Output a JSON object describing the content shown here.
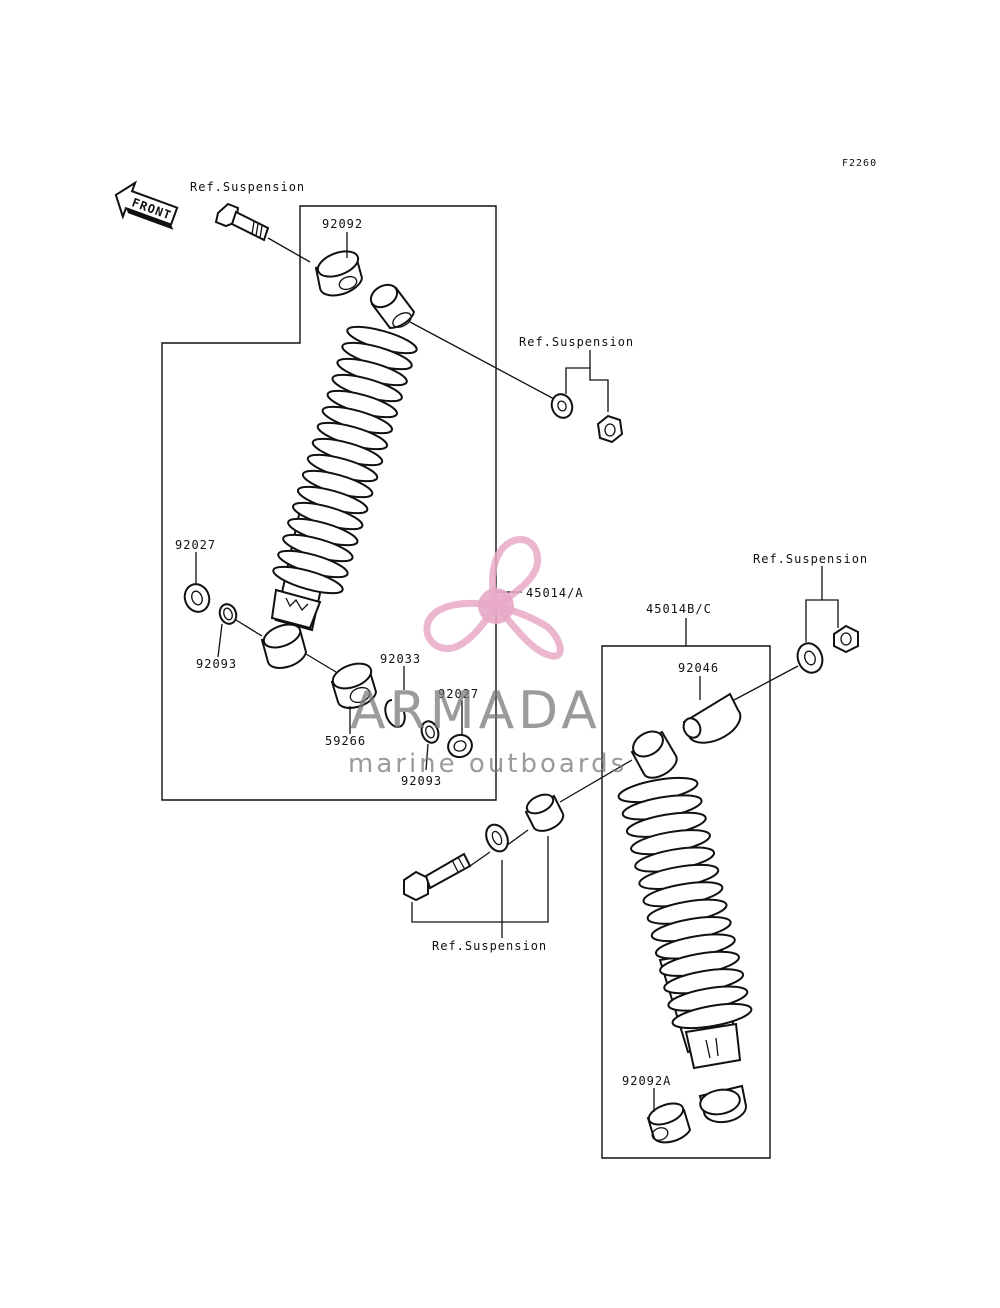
{
  "figure_id": "F2260",
  "front_label": "FRONT",
  "labels": {
    "ref_suspension_top": "Ref.Suspension",
    "ref_suspension_mid": "Ref.Suspension",
    "ref_suspension_right": "Ref.Suspension",
    "ref_suspension_bottom": "Ref.Suspension",
    "p92092": "92092",
    "p92027_left": "92027",
    "p92093_left": "92093",
    "p45014a": "45014/A",
    "p92033": "92033",
    "p92027_right": "92027",
    "p59266": "59266",
    "p92093_right": "92093",
    "p45014bc": "45014B/C",
    "p92046": "92046",
    "p92092a": "92092A"
  },
  "watermark": {
    "brand": "ARMADA",
    "tagline": "marine outboards",
    "color": "#e8a9c6"
  }
}
